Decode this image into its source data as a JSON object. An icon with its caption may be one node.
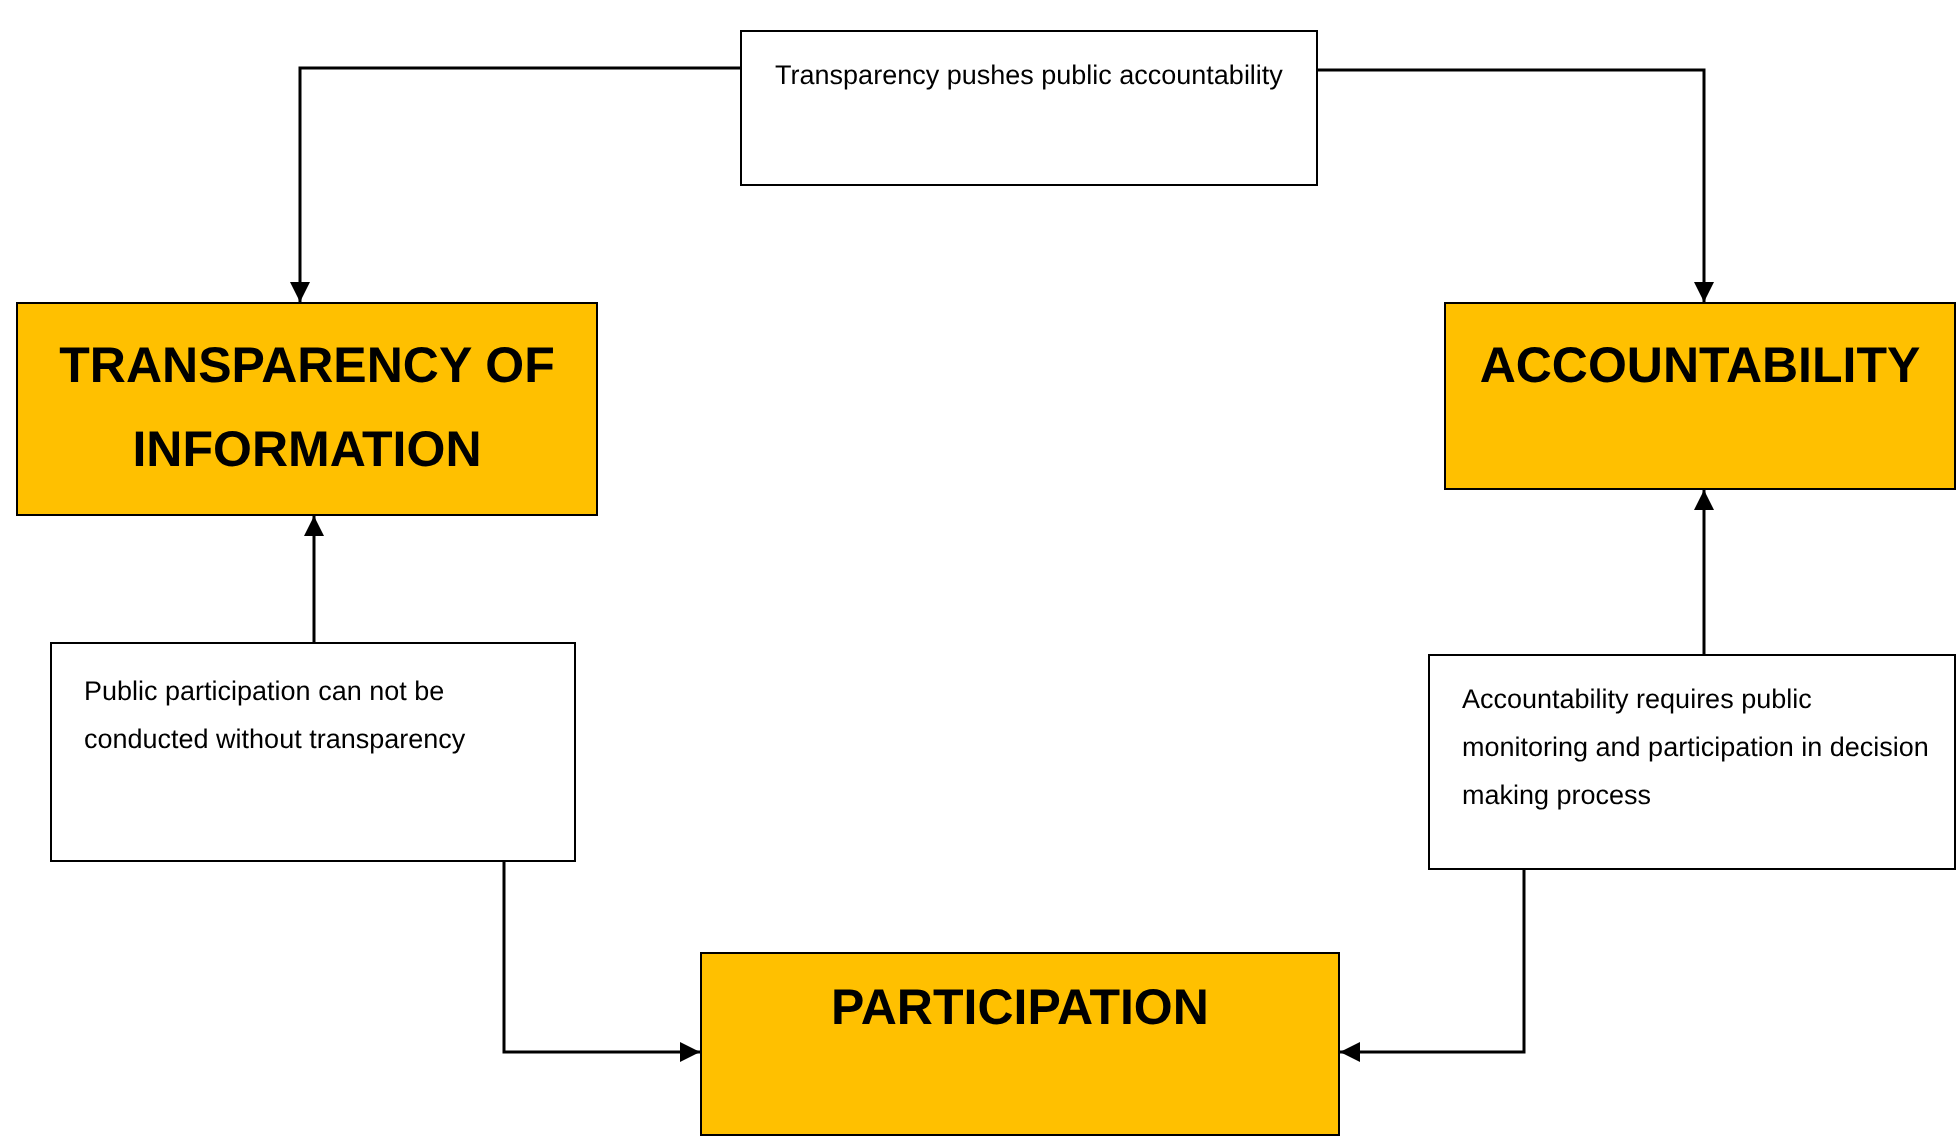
{
  "diagram": {
    "nodes": [
      {
        "text": [
          "Transparency pushes public accountability"
        ]
      },
      {
        "text": [
          "TRANSPARENCY OF INFORMATION"
        ]
      },
      {
        "text": [
          "ACCOUNTABILITY"
        ]
      },
      {
        "text": [
          "Public participation can not be conducted without transparency"
        ]
      },
      {
        "text": [
          "Accountability requires public monitoring and participation in decision making process"
        ]
      },
      {
        "text": [
          "PARTICIPATION"
        ]
      }
    ],
    "edges": [
      {
        "from": 0,
        "to": 1,
        "arrow": "to"
      },
      {
        "from": 0,
        "to": 2,
        "arrow": "to"
      },
      {
        "from": 3,
        "to": 1,
        "arrow": "to"
      },
      {
        "from": 3,
        "to": 5,
        "arrow": "to"
      },
      {
        "from": 4,
        "to": 2,
        "arrow": "to"
      },
      {
        "from": 4,
        "to": 5,
        "arrow": "to"
      }
    ]
  }
}
